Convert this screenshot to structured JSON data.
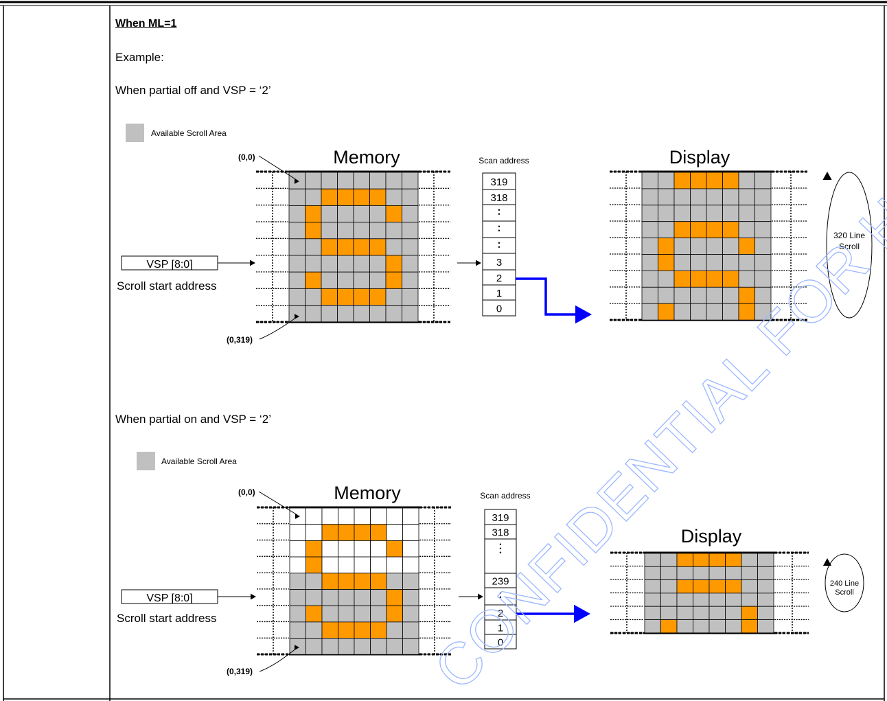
{
  "page": {
    "heading": "When ML=1",
    "example_label": "Example:",
    "case1_label": "When partial off and VSP = ‘2’",
    "case2_label": "When partial on and VSP = ‘2’",
    "watermark": "CONFIDENTIAL FOR HANNSTAR USE ONLY",
    "colors": {
      "scroll_area": "#c0c0c0",
      "pixel_on": "#ff9900",
      "arrow_blue": "#0000ff"
    }
  },
  "diagram1": {
    "legend": "Available Scroll Area",
    "memory_title": "Memory",
    "display_title": "Display",
    "scan_address_title": "Scan address",
    "top_coord": "(0,0)",
    "bottom_coord": "(0,319)",
    "vsp_box": "VSP [8:0]",
    "scroll_start": "Scroll start address",
    "scan_cells": [
      "319",
      "318",
      "•\n•",
      "•\n•",
      "•\n•",
      "3",
      "2",
      "1",
      "0"
    ],
    "scroll_note_line1": "320 Line",
    "scroll_note_line2": "Scroll"
  },
  "diagram2": {
    "legend": "Available Scroll Area",
    "memory_title": "Memory",
    "display_title": "Display",
    "scan_address_title": "Scan address",
    "top_coord": "(0,0)",
    "bottom_coord": "(0,319)",
    "vsp_box": "VSP [8:0]",
    "scroll_start": "Scroll start address",
    "scan_cells": [
      "319",
      "318",
      "•\n•\n•",
      "239",
      "•\n•",
      "2",
      "1",
      "0"
    ],
    "scroll_note_line1": "240 Line",
    "scroll_note_line2": "Scroll"
  }
}
